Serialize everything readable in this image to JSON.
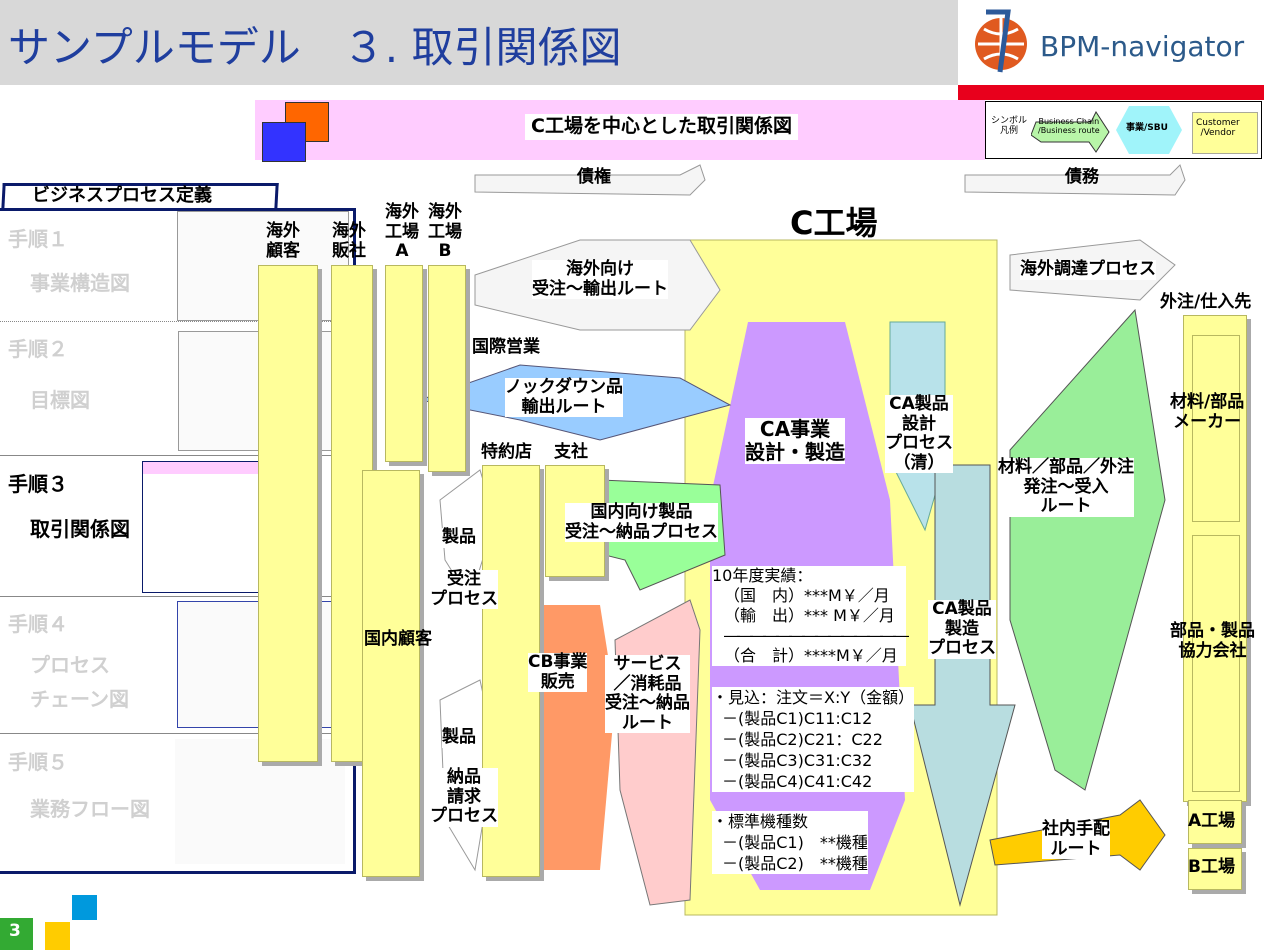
{
  "header": {
    "title": "サンプルモデル　３. 取引関係図",
    "logo_text": "BPM-navigator"
  },
  "banner": {
    "title": "C工場を中心とした取引関係図"
  },
  "legend": {
    "label": "シンボル\n凡例",
    "chain": "Business Chain\n/Business route",
    "sbu": "事業/SBU",
    "customer": "Customer\n/Vendor"
  },
  "sidebar": {
    "tab": "ビジネスプロセス定義",
    "steps": [
      {
        "num": "手順１",
        "label": "事業構造図"
      },
      {
        "num": "手順２",
        "label": "目標図"
      },
      {
        "num": "手順３",
        "label": "取引関係図"
      },
      {
        "num": "手順４",
        "label": "プロセス\nチェーン図"
      },
      {
        "num": "手順５",
        "label": "業務フロー図"
      }
    ]
  },
  "diagram": {
    "credit": "債権",
    "debt": "債務",
    "factory": "C工場",
    "overseas_customer": "海外\n顧客",
    "overseas_sales": "海外\n販社",
    "overseas_factory_a": "海外\n工場\nA",
    "overseas_factory_b": "海外\n工場\nB",
    "overseas_route": "海外向け\n受注～輸出ルート",
    "intl_sales": "国際営業",
    "knockdown": "ノックダウン品\n輸出ルート",
    "agent": "特約店",
    "branch": "支社",
    "domestic_route": "国内向け製品\n受注～納品プロセス",
    "domestic_customer": "国内顧客",
    "product1": "製品",
    "order_process": "受注\nプロセス",
    "product2": "製品",
    "delivery_process": "納品\n請求\nプロセス",
    "cb": "CB事業\n販売",
    "service": "サービス\n／消耗品\n受注～納品\nルート",
    "ca": "CA事業\n設計・製造",
    "ca_design": "CA製品\n設計\nプロセス\n（清）",
    "ca_mfg": "CA製品\n製造\nプロセス",
    "results": [
      "10年度実績：",
      "（国　内）***M￥／月",
      "（輸　出）*** M￥／月",
      "――――――――――――――",
      "（合　計）****M￥／月"
    ],
    "forecast": [
      "・見込：注文＝X:Y（金額）",
      "－(製品C1)C11:C12",
      "－(製品C2)C21：C22",
      "－(製品C3)C31:C32",
      "－(製品C4)C41:C42"
    ],
    "standard": [
      "・標準機種数",
      "－(製品C1)　**機種",
      "－(製品C2)　**機種"
    ],
    "overseas_proc": "海外調達プロセス",
    "outsource": "外注/仕入先",
    "materials_maker": "材料/部品\nメーカー",
    "parts_partner": "部品・製品\n協力会社",
    "materials_route": "材料／部品／外注\n発注～受入\nルート",
    "internal_route": "社内手配\nルート",
    "factory_a": "A工場",
    "factory_b": "B工場"
  },
  "page_number": "3"
}
